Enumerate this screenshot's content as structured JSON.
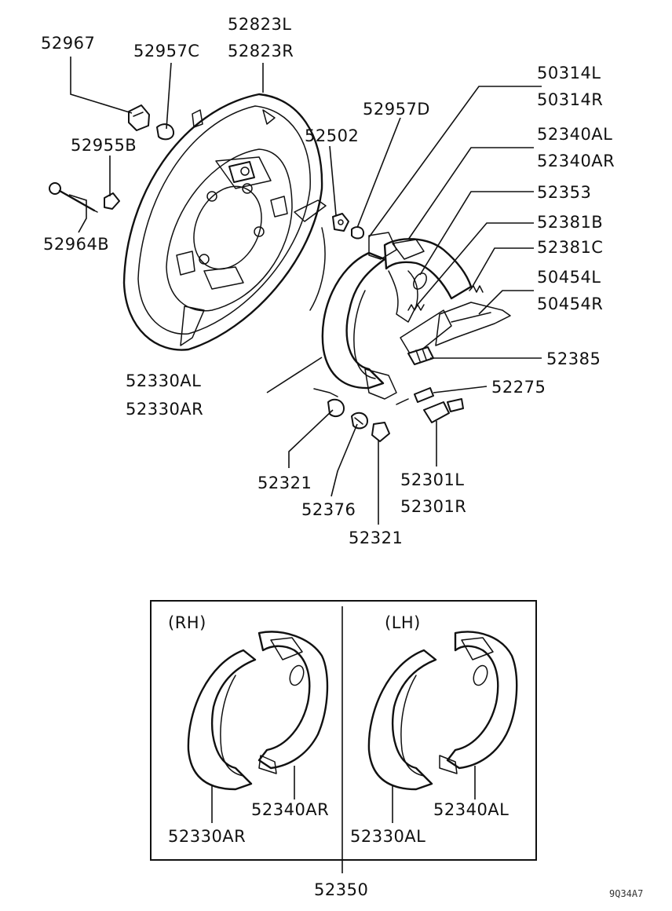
{
  "labels": {
    "p52967": "52967",
    "p52957C": "52957C",
    "p52823L": "52823L",
    "p52823R": "52823R",
    "p52955B": "52955B",
    "p52964B": "52964B",
    "p52502": "52502",
    "p52957D": "52957D",
    "p50314L": "50314L",
    "p50314R": "50314R",
    "p52340AL": "52340AL",
    "p52340AR": "52340AR",
    "p52353": "52353",
    "p52381B": "52381B",
    "p52381C": "52381C",
    "p50454L": "50454L",
    "p50454R": "50454R",
    "p52385": "52385",
    "p52275": "52275",
    "p52330AL": "52330AL",
    "p52330AR": "52330AR",
    "p52321a": "52321",
    "p52376": "52376",
    "p52321b": "52321",
    "p52301L": "52301L",
    "p52301R": "52301R"
  },
  "inset": {
    "rh_title": "(RH)",
    "lh_title": "(LH)",
    "rh_shoe": "52340AR",
    "rh_lining": "52330AR",
    "lh_shoe": "52340AL",
    "lh_lining": "52330AL",
    "kit": "52350"
  },
  "figure_code": "9Q34A7"
}
